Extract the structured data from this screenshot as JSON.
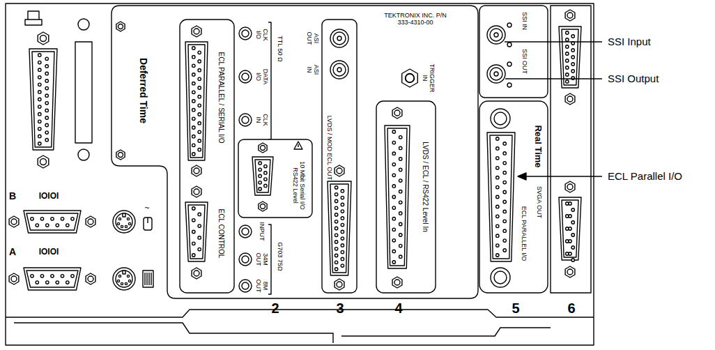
{
  "diagram": {
    "nodes": [
      {
        "text": [
          "Deferred Time",
          "CLK I/O",
          "DATA I/O",
          "CLK IN",
          "TTL 50 Ω",
          "INPUT",
          "34M OUT",
          "8M OUT",
          "G703 75Ω",
          "ASI OUT",
          "ASI IN",
          "TEKTRONIX INC. P/N 333-4310-00",
          "TRIGGER IN"
        ]
      },
      {
        "text": [
          "ECL PARALLEL / SERIAL I/O",
          "ECL CONTROL"
        ],
        "in": 0
      },
      {
        "text": [
          "10 Mbit Serial I/O RS422 Level"
        ],
        "in": 0
      },
      {
        "text": [
          "LVDS / MOD ECL OUT"
        ],
        "in": 0
      },
      {
        "text": [
          "LVDS / ECL / RS422 Level In"
        ],
        "in": 0
      },
      {
        "text": [
          "Real Time",
          "SVGA OUT",
          "ECL PARALLEL I/O"
        ]
      }
    ],
    "labels": [
      "B",
      "IOIOI",
      "A",
      "IOIOI",
      "~",
      "SSI IN",
      "SSI OUT",
      "2",
      "3",
      "4",
      "5",
      "6",
      "SSI Input",
      "SSI Output",
      "ECL Parallel I/O"
    ]
  }
}
